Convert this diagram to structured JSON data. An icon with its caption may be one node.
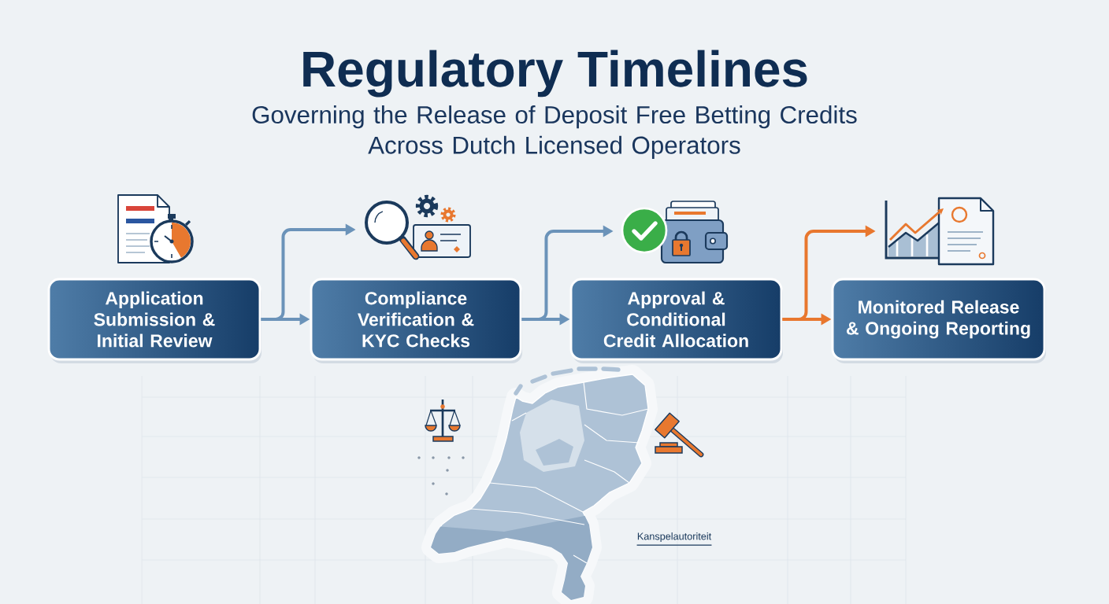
{
  "diagram": {
    "title": "Regulatory Timelines",
    "nodes": [
      {
        "text": [
          "Application Submission & Initial Review"
        ]
      },
      {
        "text": [],
        "shape": "picture"
      },
      {
        "text": [
          "Compliance Verification & KYC Checks"
        ]
      },
      {
        "text": [],
        "shape": "picture"
      },
      {
        "text": [
          "Approval & Conditional Credit Allocation"
        ]
      },
      {
        "text": [],
        "shape": "picture"
      },
      {
        "text": [
          "Monitored Release & Ongoing Reporting"
        ]
      }
    ],
    "edges": [
      {
        "from": 0,
        "to": 2,
        "arrow": "to"
      },
      {
        "from": 0,
        "to": 1,
        "arrow": "to"
      },
      {
        "from": 2,
        "to": 4,
        "arrow": "to"
      },
      {
        "from": 2,
        "to": 3,
        "arrow": "to"
      },
      {
        "from": 4,
        "to": 6,
        "arrow": "to",
        "color": "#e8772e"
      },
      {
        "from": 4,
        "to": 5,
        "arrow": "to",
        "color": "#e8772e"
      }
    ],
    "labels": [
      "Governing the Release of Deposit Free Betting Credits Across Dutch Licensed Operators",
      "Kanspelautoriteit"
    ]
  }
}
